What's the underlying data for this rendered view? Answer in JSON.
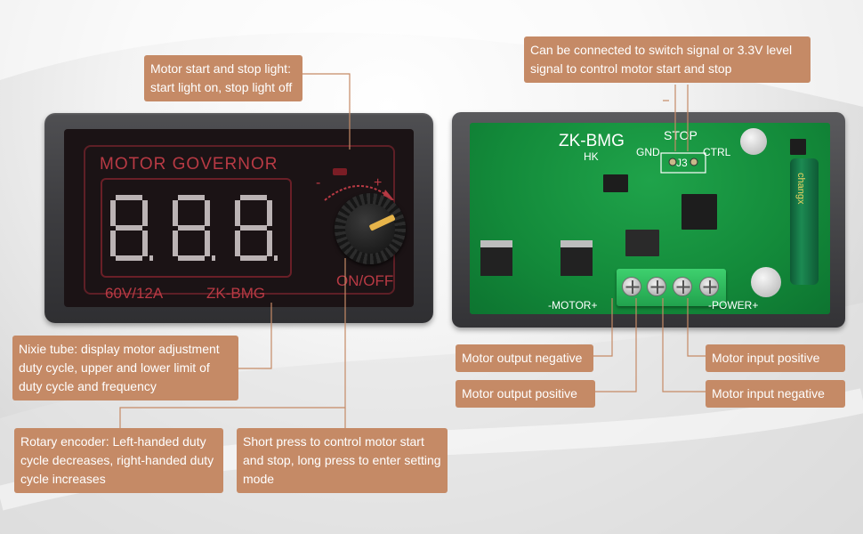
{
  "left_device": {
    "title": "MOTOR GOVERNOR",
    "spec": "60V/12A",
    "model": "ZK-BMG",
    "knob_label": "ON/OFF",
    "minus": "-",
    "plus": "+"
  },
  "right_device": {
    "model": "ZK-BMG",
    "brand": "HK",
    "stop": "STOP",
    "gnd": "GND",
    "j3": "J3",
    "ctrl": "CTRL",
    "motor": "-MOTOR+",
    "power": "-POWER+",
    "cap_text": "changx"
  },
  "callouts": {
    "light": [
      "Motor start and stop light:",
      "start light on, stop light off"
    ],
    "nixie": [
      "Nixie tube: display motor adjustment",
      "duty cycle, upper and lower limit of",
      "duty cycle and frequency"
    ],
    "rotary": [
      "Rotary encoder: Left-handed duty",
      "cycle decreases, right-handed duty",
      "cycle increases"
    ],
    "press": [
      "Short press to control motor start",
      "and stop, long press to enter setting",
      "mode"
    ],
    "switch_signal": [
      "Can be connected to switch signal or 3.3V level",
      "signal to control motor start and stop"
    ],
    "motor_neg": "Motor output negative",
    "motor_pos": "Motor output positive",
    "input_pos": "Motor input positive",
    "input_neg": "Motor input negative"
  },
  "colors": {
    "callout_bg": "#c58a66",
    "led_red": "#b83a44",
    "pcb_green": "#138a3a",
    "leader_line": "#c58a66"
  }
}
